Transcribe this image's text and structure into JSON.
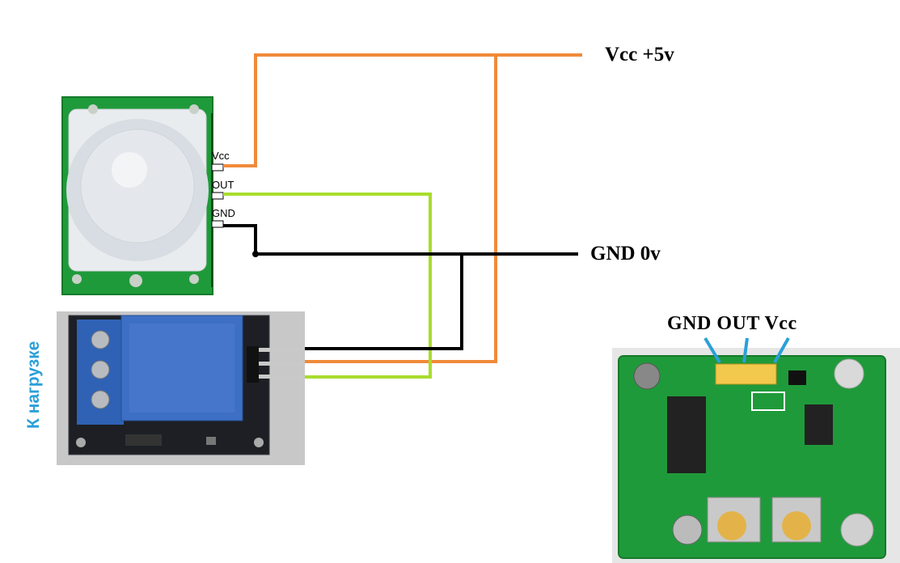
{
  "labels": {
    "vcc_rail": "Vcc +5v",
    "gnd_rail": "GND 0v",
    "load_text": "К нагрузке",
    "board_pins": "GND OUT Vcc"
  },
  "sensor_pins": [
    "Vcc",
    "OUT",
    "GND"
  ],
  "colors": {
    "vcc_wire": "#f08a3a",
    "out_wire": "#a8dd2c",
    "gnd_wire": "#000000",
    "pcb_green": "#1f9a3a",
    "relay_blue": "#2f62b5",
    "lead_blue": "#2aa0d8"
  },
  "icons": {
    "pir_sensor": "pir-sensor-module-photo",
    "relay_module": "relay-module-photo",
    "pir_board": "pir-board-back-photo"
  }
}
